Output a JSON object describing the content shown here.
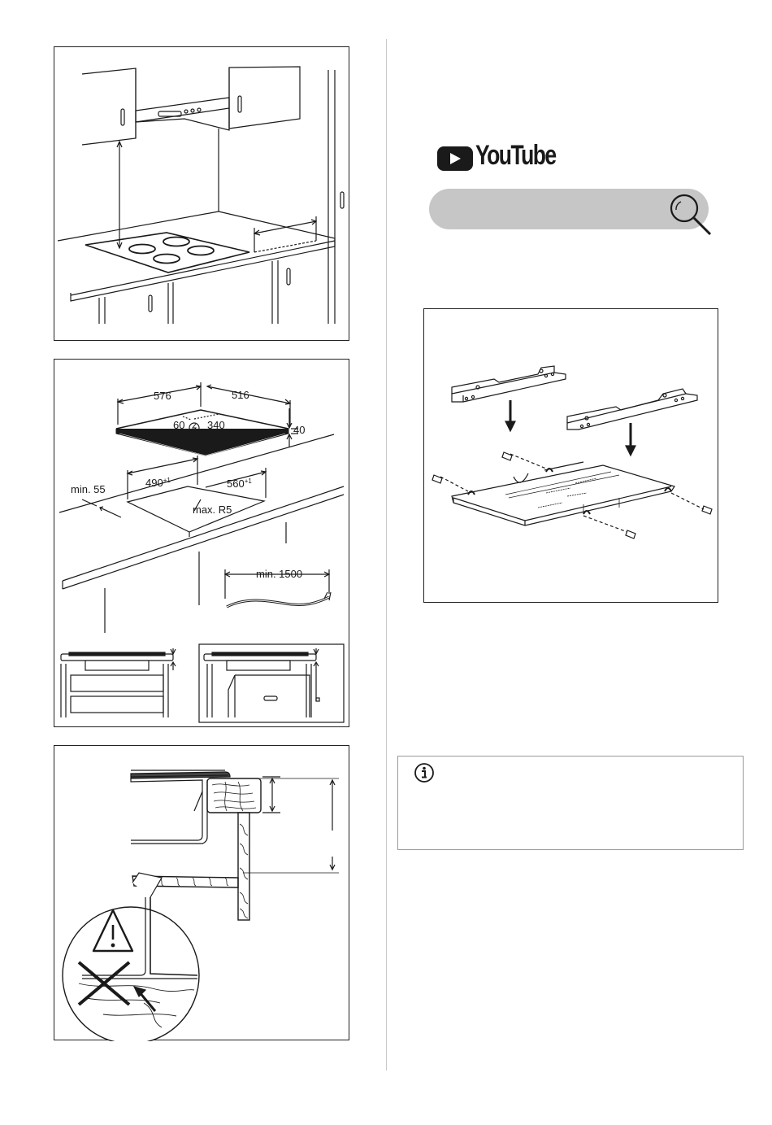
{
  "figure2": {
    "dims": {
      "width": "576",
      "depth": "516",
      "height": "40",
      "socket_x": "60",
      "socket_y": "340",
      "cutout_depth_base": "490",
      "cutout_depth_sup": "+1",
      "cutout_width_base": "560",
      "cutout_width_sup": "+1",
      "min_front": "min. 55",
      "radius": "max. R5",
      "cable": "min. 1500"
    }
  },
  "youtube": {
    "brand_text": "YouTube",
    "icons": [
      "youtube-play-icon",
      "search-icon"
    ]
  },
  "info": {
    "icon": "info-icon"
  },
  "colors": {
    "line": "#1a1a1a",
    "search_bar": "#c6c6c6",
    "divider": "#c8c8c8"
  }
}
